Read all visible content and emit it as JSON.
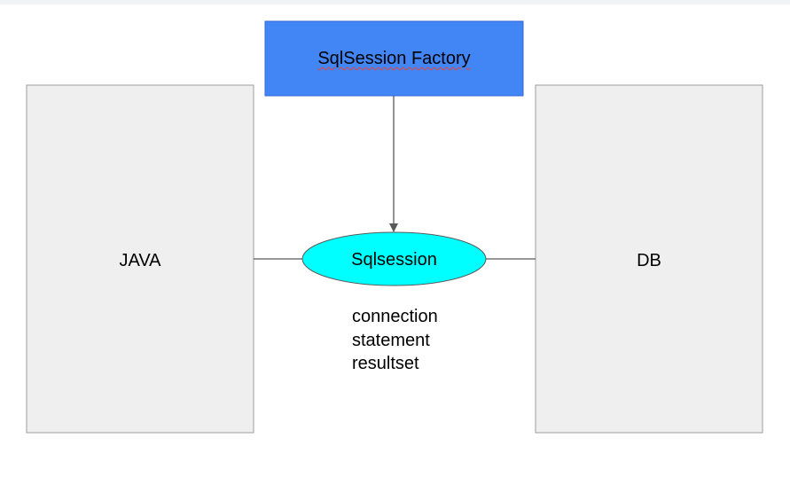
{
  "diagram": {
    "nodes": {
      "factory": {
        "label": "SqlSession Factory",
        "fill": "#4285f4"
      },
      "java": {
        "label": "JAVA",
        "fill": "#efefef"
      },
      "db": {
        "label": "DB",
        "fill": "#efefef"
      },
      "session": {
        "label": "Sqlsession",
        "fill": "#00ffff"
      }
    },
    "edges": [
      {
        "from": "factory",
        "to": "session",
        "arrow": true
      },
      {
        "from": "java",
        "to": "session",
        "arrow": false
      },
      {
        "from": "session",
        "to": "db",
        "arrow": false
      }
    ],
    "notes": [
      "connection",
      "statement",
      "resultset"
    ]
  }
}
